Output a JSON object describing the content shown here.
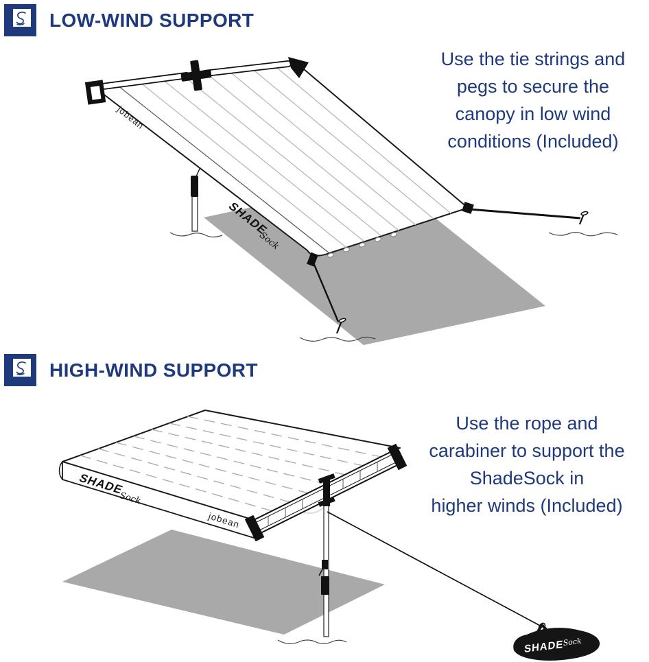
{
  "colors": {
    "navy": "#1e3a7d",
    "shadow_gray": "#a9a9a9",
    "line_black": "#111111"
  },
  "brand": {
    "logo_bold": "SHADE",
    "logo_script": "Sock",
    "maker": "jobean"
  },
  "sections": [
    {
      "title": "LOW-WIND SUPPORT",
      "note_lines": [
        "Use the tie strings and",
        "pegs to secure the",
        "canopy in low wind",
        "conditions (Included)"
      ]
    },
    {
      "title": "HIGH-WIND SUPPORT",
      "note_lines": [
        "Use the rope and",
        "carabiner to support the",
        "ShadeSock in",
        "higher winds (Included)"
      ]
    }
  ]
}
